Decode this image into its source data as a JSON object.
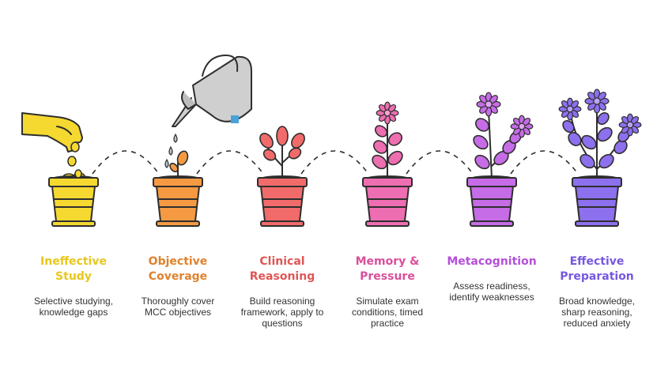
{
  "stages": [
    {
      "title": [
        "Ineffective",
        "Study"
      ],
      "desc": [
        "Selective studying,",
        "knowledge gaps"
      ],
      "color": "#e8c71c",
      "pot": "#f5d931",
      "plant": "coins"
    },
    {
      "title": [
        "Objective",
        "Coverage"
      ],
      "desc": [
        "Thoroughly cover",
        "MCC objectives"
      ],
      "color": "#e0822c",
      "pot": "#f59a42",
      "plant": "sprout"
    },
    {
      "title": [
        "Clinical",
        "Reasoning"
      ],
      "desc": [
        "Build reasoning",
        "framework, apply to",
        "questions"
      ],
      "color": "#e05555",
      "pot": "#f26b6b",
      "plant": "seedling"
    },
    {
      "title": [
        "Memory &",
        "Pressure"
      ],
      "desc": [
        "Simulate exam",
        "conditions, timed",
        "practice"
      ],
      "color": "#d9509a",
      "pot": "#ee6eb2",
      "plant": "one-flower"
    },
    {
      "title": [
        "Metacognition"
      ],
      "desc": [
        "Assess readiness,",
        "identify weaknesses"
      ],
      "color": "#b54fdb",
      "pot": "#c56ce6",
      "plant": "two-flowers"
    },
    {
      "title": [
        "Effective",
        "Preparation"
      ],
      "desc": [
        "Broad knowledge,",
        "sharp reasoning,",
        "reduced anxiety"
      ],
      "color": "#7658e0",
      "pot": "#8d70ee",
      "plant": "full-bloom"
    }
  ],
  "watering_can_icon": "watering-can-icon",
  "hand_icon": "hand-icon"
}
